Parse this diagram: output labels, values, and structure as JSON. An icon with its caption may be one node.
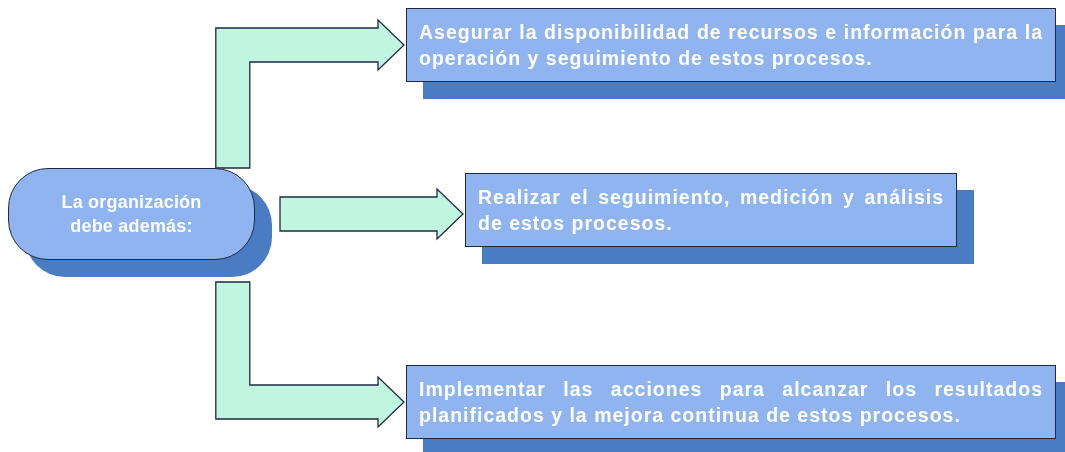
{
  "diagram": {
    "nodes": [
      {
        "text": [
          "La organización debe además:"
        ]
      },
      {
        "text": [
          "Asegurar la disponibilidad de recursos e información para la operación y seguimiento de estos procesos."
        ]
      },
      {
        "text": [
          "Realizar el seguimiento, medición y análisis de estos procesos."
        ]
      },
      {
        "text": [
          "Implementar las acciones para alcanzar los resultados planificados y la mejora continua de estos procesos."
        ]
      }
    ],
    "edges": [
      {
        "from": 0,
        "to": 1,
        "arrow": "to"
      },
      {
        "from": 0,
        "to": 2,
        "arrow": "to"
      },
      {
        "from": 0,
        "to": 3,
        "arrow": "to"
      }
    ]
  }
}
